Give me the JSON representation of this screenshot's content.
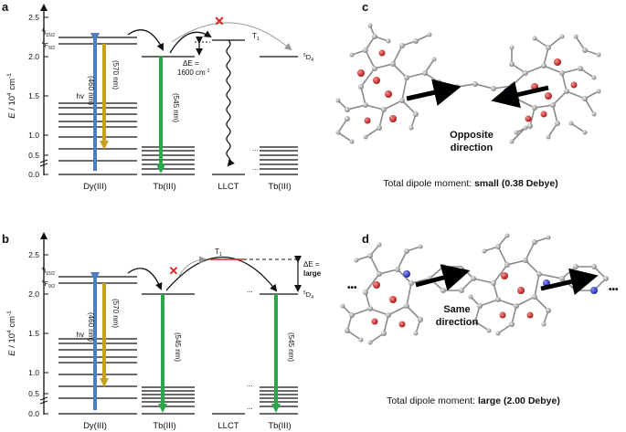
{
  "panels": {
    "a": {
      "label": "a",
      "axis": {
        "ylabel_E": "E",
        "ylabel_unit": " / 10",
        "ylabel_exp": "4",
        "ylabel_cm": " cm",
        "ylabel_cmexp": "-1",
        "ticks": [
          "2.5",
          "2.0",
          "1.5",
          "1.0",
          "0.5",
          "0.0"
        ]
      },
      "levels": {
        "I_main": "4",
        "I_sym": "I",
        "I_sub": "15/2",
        "F_main": "4",
        "F_sym": "F",
        "F_sub": "9/2",
        "D_main": "5",
        "D_sym": "D",
        "D_sub": "4",
        "T1": "T",
        "T1_sub": "1"
      },
      "transitions": {
        "hv": "hv",
        "t460": "(460 nm)",
        "t570": "(570 nm)",
        "t545": "(545 nm)"
      },
      "deltaE": {
        "line1": "ΔE =",
        "line2": "1600 cm",
        "sup": "-1"
      },
      "dots": "...",
      "xlabels": [
        "Dy(III)",
        "Tb(III)",
        "LLCT",
        "Tb(III)"
      ]
    },
    "b": {
      "label": "b",
      "axis": {
        "ylabel_E": "E",
        "ylabel_unit": " / 10",
        "ylabel_exp": "4",
        "ylabel_cm": " cm",
        "ylabel_cmexp": "-1",
        "ticks": [
          "2.5",
          "2.0",
          "1.5",
          "1.0",
          "0.5",
          "0.0"
        ]
      },
      "levels": {
        "I_main": "4",
        "I_sym": "I",
        "I_sub": "15/2",
        "F_main": "4",
        "F_sym": "F",
        "F_sub": "9/2",
        "D_main": "5",
        "D_sym": "D",
        "D_sub": "4",
        "T1": "T",
        "T1_sub": "1"
      },
      "transitions": {
        "hv": "hv",
        "t460": "(460 nm)",
        "t570": "(570 nm)",
        "t545a": "(545 nm)",
        "t545b": "(545 nm)"
      },
      "deltaE": {
        "line1": "ΔE =",
        "line2": "large"
      },
      "dots": "...",
      "xlabels": [
        "Dy(III)",
        "Tb(III)",
        "LLCT",
        "Tb(III)"
      ]
    },
    "c": {
      "label": "c",
      "annotation_line1": "Opposite",
      "annotation_line2": "direction",
      "caption_prefix": "Total dipole moment: ",
      "caption_value": "small (0.38 Debye)"
    },
    "d": {
      "label": "d",
      "annotation_line1": "Same",
      "annotation_line2": "direction",
      "ellipsis": "•••",
      "caption_prefix": "Total dipole moment: ",
      "caption_value": "large (2.00 Debye)"
    }
  },
  "colors": {
    "blue_arrow": "#4a7fc1",
    "gold_arrow": "#c8a020",
    "green_arrow": "#2aa84a",
    "red_cross": "#e02020",
    "t1_red_line": "#e02020",
    "grey_arrow": "#999999",
    "atom_grey": "#9a9a9a",
    "atom_red": "#d02020",
    "atom_blue": "#2030c0"
  }
}
